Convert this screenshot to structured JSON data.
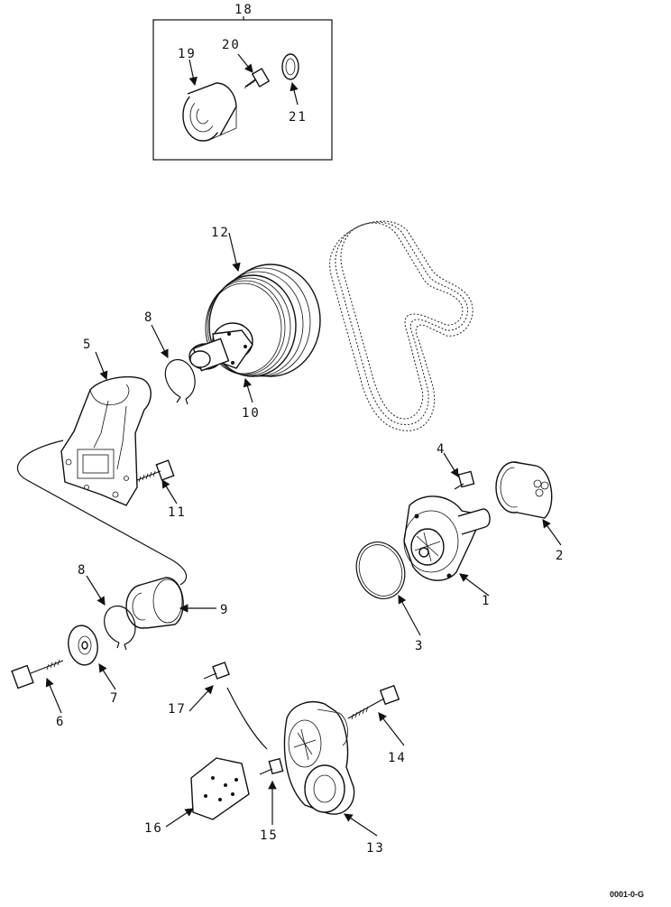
{
  "callouts": {
    "c1": "1",
    "c2": "2",
    "c3": "3",
    "c4": "4",
    "c5": "5",
    "c6": "6",
    "c7": "7",
    "c8a": "8",
    "c8b": "8",
    "c9": "9",
    "c10": "10",
    "c11": "11",
    "c12": "12",
    "c13": "13",
    "c14": "14",
    "c15": "15",
    "c16": "16",
    "c17": "17",
    "c18": "18",
    "c19": "19",
    "c20": "20",
    "c21": "21"
  },
  "reference_code": "0001-0-G"
}
